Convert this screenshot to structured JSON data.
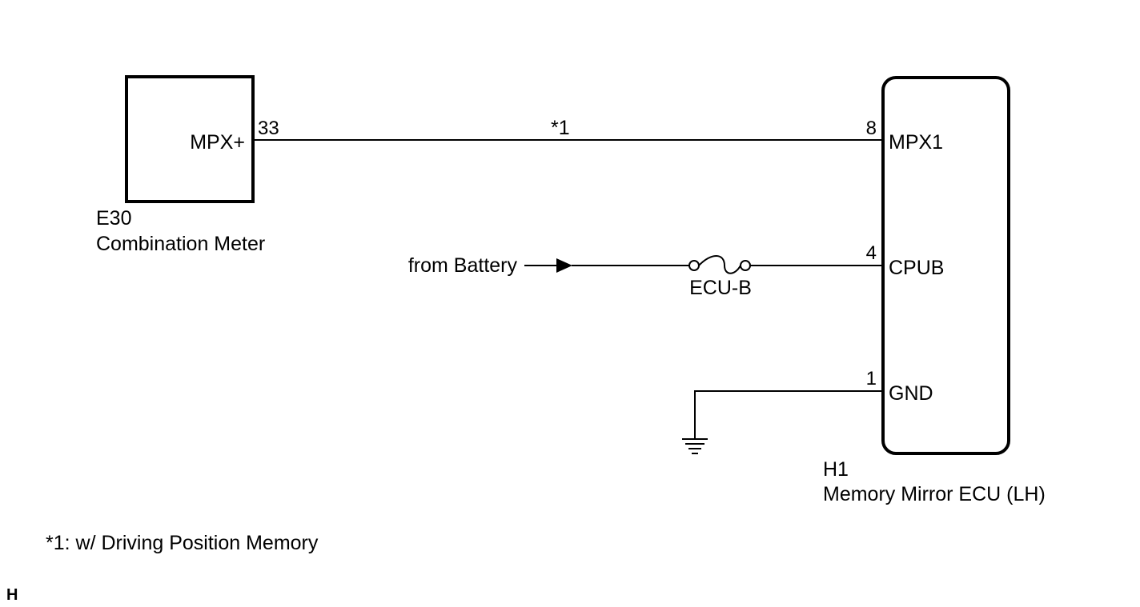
{
  "components": {
    "combination_meter": {
      "code": "E30",
      "name": "Combination Meter",
      "terminal": {
        "pin": "33",
        "signal": "MPX+"
      }
    },
    "memory_mirror_ecu": {
      "code": "H1",
      "name": "Memory Mirror ECU (LH)",
      "terminals": [
        {
          "pin": "8",
          "signal": "MPX1"
        },
        {
          "pin": "4",
          "signal": "CPUB"
        },
        {
          "pin": "1",
          "signal": "GND"
        }
      ]
    }
  },
  "wire_note_marker": "*1",
  "power_source": "from Battery",
  "fuse": "ECU-B",
  "footnote": "*1: w/ Driving Position Memory",
  "corner_mark": "H",
  "colors": {
    "line": "#000000",
    "background": "#ffffff"
  }
}
